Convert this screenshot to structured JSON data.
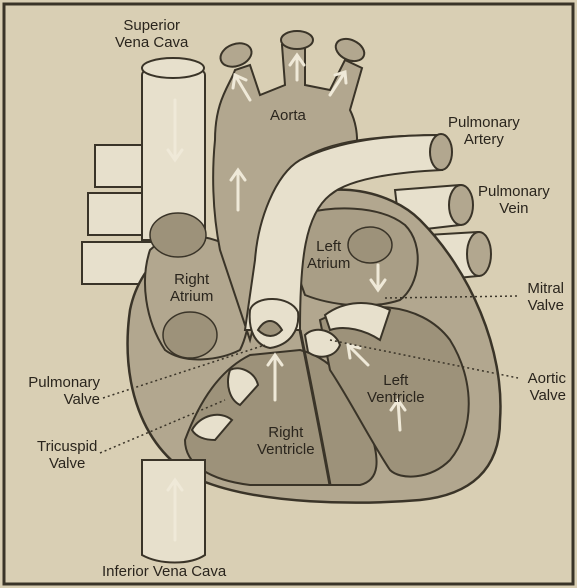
{
  "labels": {
    "superior_vena_cava": [
      "Superior",
      "Vena Cava"
    ],
    "aorta": "Aorta",
    "pulmonary_artery": [
      "Pulmonary",
      "Artery"
    ],
    "pulmonary_vein": [
      "Pulmonary",
      "Vein"
    ],
    "left_atrium": [
      "Left",
      "Atrium"
    ],
    "right_atrium": [
      "Right",
      "Atrium"
    ],
    "mitral_valve": [
      "Mitral",
      "Valve"
    ],
    "pulmonary_valve": [
      "Pulmonary",
      "Valve"
    ],
    "aortic_valve": [
      "Aortic",
      "Valve"
    ],
    "left_ventricle": [
      "Left",
      "Ventricle"
    ],
    "tricuspid_valve": [
      "Tricuspid",
      "Valve"
    ],
    "right_ventricle": [
      "Right",
      "Ventricle"
    ],
    "inferior_vena_cava": "Inferior Vena Cava"
  },
  "colors": {
    "paper": "#d9cfb4",
    "vessel_light": "#e7e0cc",
    "tissue_mid": "#b2a78f",
    "chamber_dark": "#9d927a",
    "outline": "#3a3428",
    "arrow": "#efe9d8"
  }
}
